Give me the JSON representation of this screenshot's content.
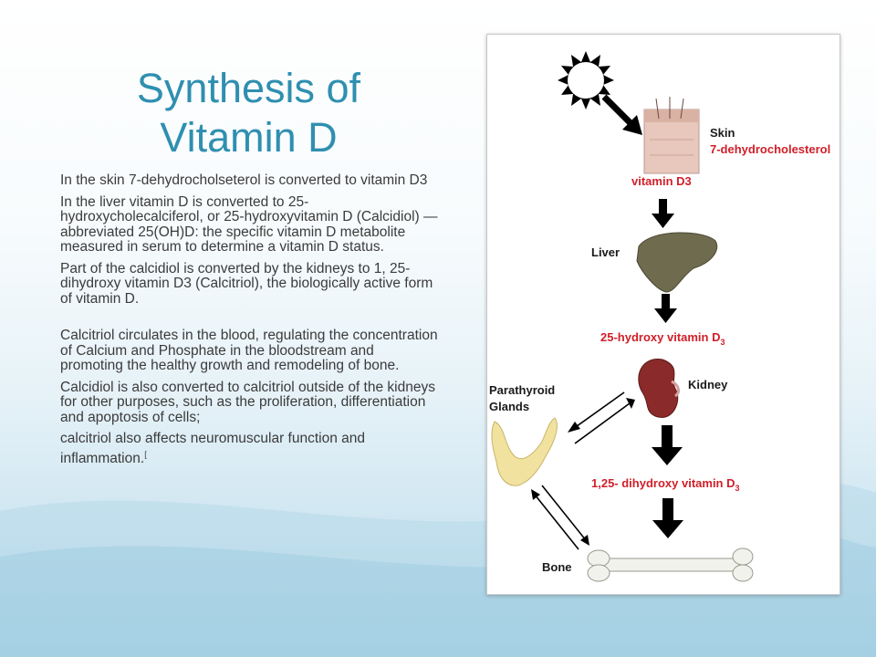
{
  "slide": {
    "title_line1": "Synthesis of",
    "title_line2": "Vitamin D",
    "paragraphs": [
      "In the skin 7-dehydrocholseterol is converted to vitamin D3",
      "In the liver vitamin D is converted to 25-hydroxycholecalciferol, or 25-hydroxyvitamin D (Calcidiol) —abbreviated 25(OH)D: the specific vitamin D metabolite measured in serum to determine a vitamin D status.",
      "Part of the calcidiol is converted by the kidneys to 1, 25- dihydroxy vitamin D3 (Calcitriol), the biologically active form of vitamin D.",
      "Calcitriol circulates in the blood, regulating the concentration of Calcium and Phosphate in the bloodstream and promoting the healthy growth and remodeling of bone.",
      "Calcidiol is also converted to calcitriol outside of the kidneys for other purposes, such as the proliferation, differentiation and apoptosis of cells;",
      "calcitriol also affects neuromuscular function and inflammation."
    ],
    "footnote_mark": "["
  },
  "diagram": {
    "skin": "Skin",
    "precursor": "7-dehydrocholesterol",
    "vitamin_d3": "vitamin D3",
    "liver": "Liver",
    "hydroxy_25": "25-hydroxy vitamin D",
    "hydroxy_25_sub": "3",
    "kidney": "Kidney",
    "parathyroid_line1": "Parathyroid",
    "parathyroid_line2": "Glands",
    "dihydroxy": "1,25- dihydroxy vitamin D",
    "dihydroxy_sub": "3",
    "bone": "Bone",
    "colors": {
      "red_label": "#d0202a",
      "black_label": "#1a1a1a",
      "liver": "#6e6b4e",
      "kidney": "#8a2a2a",
      "gland": "#f2e2a0",
      "skin": "#e8c8bc"
    }
  }
}
